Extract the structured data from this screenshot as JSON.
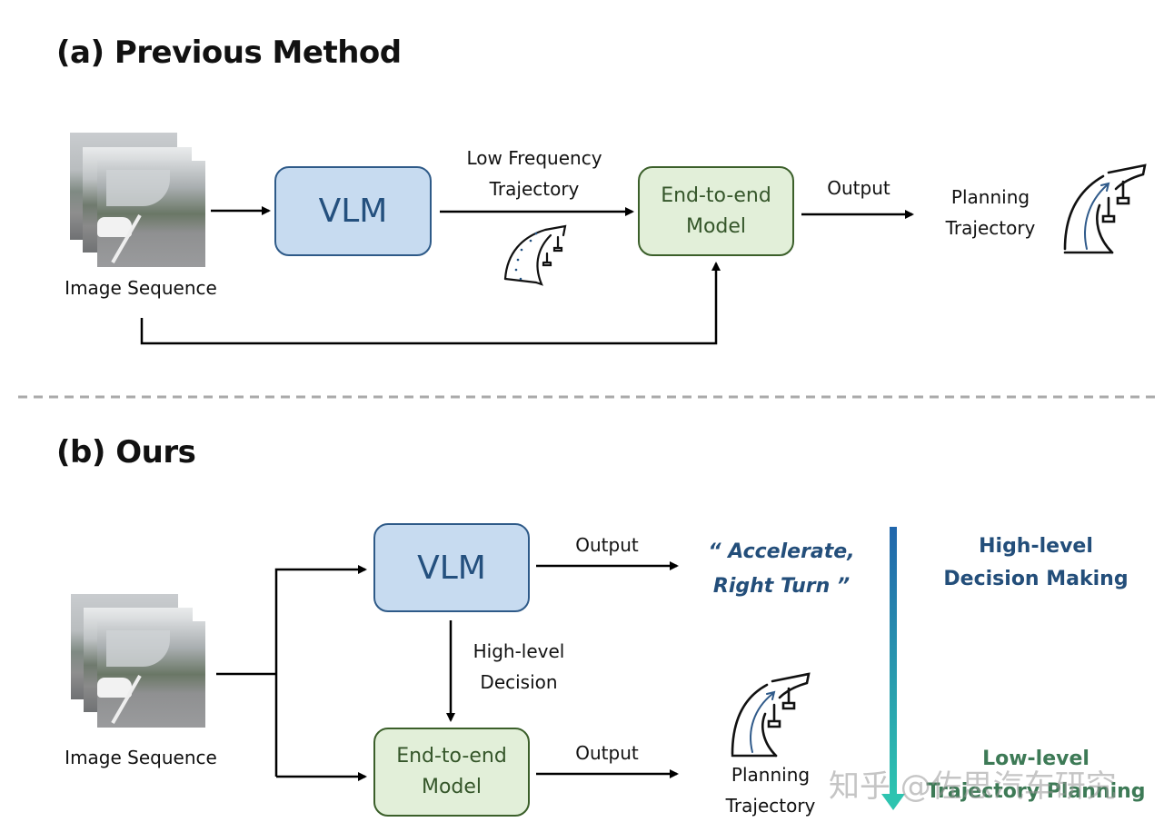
{
  "section_a": {
    "title": "(a) Previous Method",
    "image_label": "Image Sequence",
    "vlm_label": "VLM",
    "edge_vlm_to_e2e_label_line1": "Low Frequency",
    "edge_vlm_to_e2e_label_line2": "Trajectory",
    "e2e_label_line1": "End-to-end",
    "e2e_label_line2": "Model",
    "output_label": "Output",
    "planning_label_line1": "Planning",
    "planning_label_line2": "Trajectory",
    "icons": [
      "road-dotted-trajectory-icon",
      "road-planning-trajectory-icon"
    ]
  },
  "section_b": {
    "title": "(b) Ours",
    "image_label": "Image Sequence",
    "vlm_label": "VLM",
    "vlm_output_label": "Output",
    "decision_quote_line1": "“ Accelerate,",
    "decision_quote_line2": "Right Turn ”",
    "edge_vlm_to_e2e_label_line1": "High-level",
    "edge_vlm_to_e2e_label_line2": "Decision",
    "e2e_label_line1": "End-to-end",
    "e2e_label_line2": "Model",
    "e2e_output_label": "Output",
    "planning_label_line1": "Planning",
    "planning_label_line2": "Trajectory",
    "high_level_line1": "High-level",
    "high_level_line2": "Decision Making",
    "low_level_line1": "Low-level",
    "low_level_line2": "Trajectory Planning",
    "gradient_arrow_colors": [
      "#2166ac",
      "#2ec4b0"
    ]
  },
  "watermark": "知乎 @佐思汽车研究",
  "colors": {
    "vlm_fill": "#c7dbf0",
    "vlm_border": "#2e5a88",
    "e2e_fill": "#e2efd9",
    "e2e_border": "#3b5f2a",
    "high_level_text": "#234e7a",
    "low_level_text": "#3d7a56",
    "divider": "#aaaaaa"
  }
}
